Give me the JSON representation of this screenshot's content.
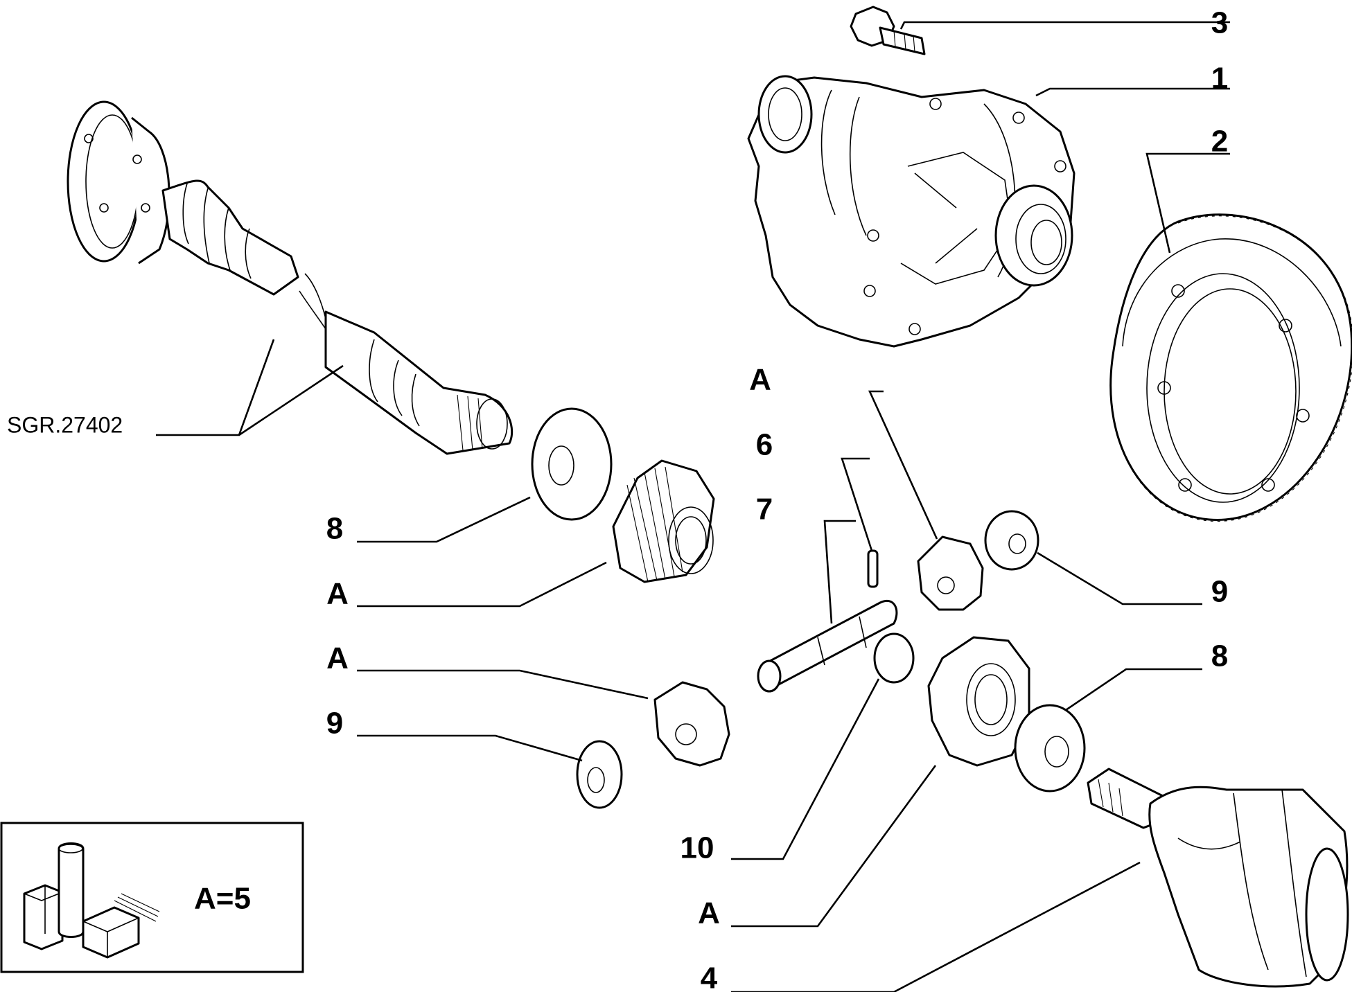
{
  "callouts": {
    "c3": "3",
    "c1": "1",
    "c2": "2",
    "a_top": "A",
    "c6": "6",
    "c7": "7",
    "c8_left": "8",
    "a_left1": "A",
    "a_left2": "A",
    "c9_left": "9",
    "c9_right": "9",
    "c8_right": "8",
    "c10": "10",
    "a_bottom": "A",
    "c4": "4"
  },
  "reference": "SGR.27402",
  "legend": {
    "formula": "A=5"
  }
}
